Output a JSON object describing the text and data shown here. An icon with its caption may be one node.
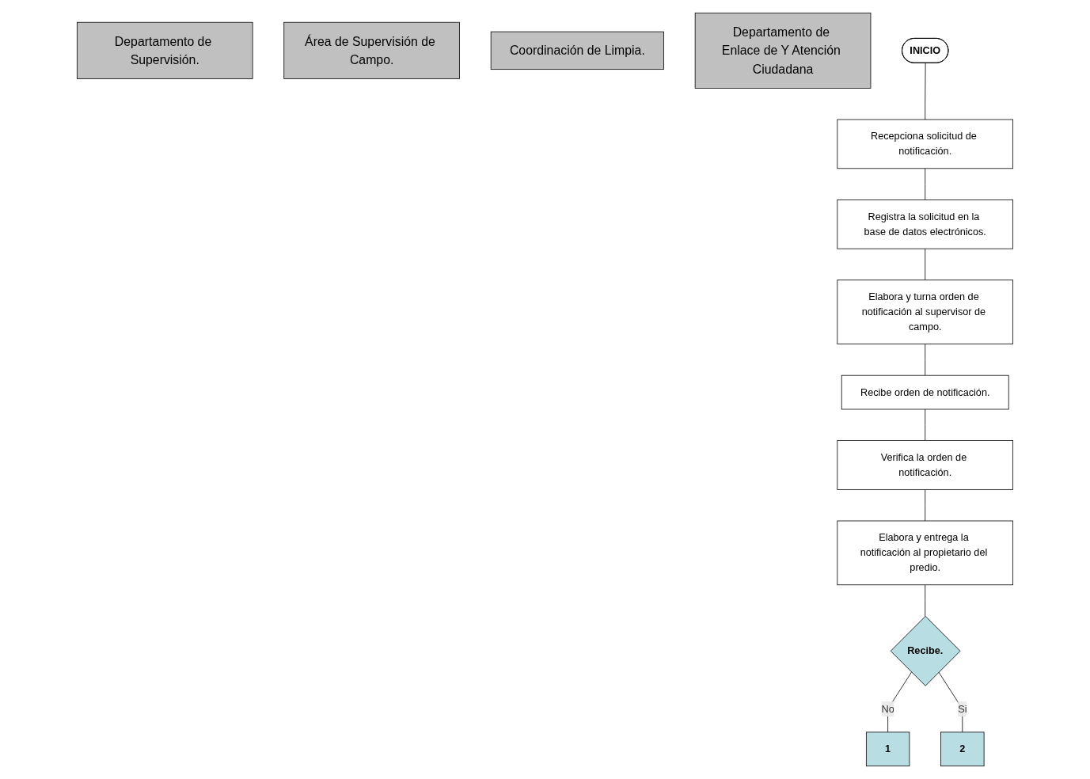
{
  "diagram": {
    "nodes": [
      {
        "text": [
          "Departamento de Supervisión."
        ]
      },
      {
        "text": [
          "Área de Supervisión de Campo."
        ]
      },
      {
        "text": [
          "Coordinación de Limpia."
        ]
      },
      {
        "text": [
          "Departamento de Enlace de Y Atención Ciudadana"
        ]
      },
      {
        "text": [
          "INICIO"
        ]
      },
      {
        "text": [
          "Recepciona solicitud de notificación."
        ]
      },
      {
        "text": [
          "Registra la solicitud en la base de datos electrónicos."
        ]
      },
      {
        "text": [
          "Elabora y turna orden de notificación al supervisor de campo."
        ]
      },
      {
        "text": [
          "Recibe orden de notificación."
        ]
      },
      {
        "text": [
          "Verifica la orden de notificación."
        ]
      },
      {
        "text": [
          "Elabora y entrega la notificación al propietario del predio."
        ]
      },
      {
        "text": [
          "Recibe."
        ]
      },
      {
        "text": [
          "1"
        ]
      },
      {
        "text": [
          "2"
        ]
      }
    ],
    "edges": [
      {
        "from": 4,
        "to": 5,
        "arrow": "none"
      },
      {
        "from": 5,
        "to": 6,
        "arrow": "none"
      },
      {
        "from": 6,
        "to": 7,
        "arrow": "none"
      },
      {
        "from": 7,
        "to": 8,
        "arrow": "none"
      },
      {
        "from": 8,
        "to": 9,
        "arrow": "none"
      },
      {
        "from": 9,
        "to": 10,
        "arrow": "none"
      },
      {
        "from": 10,
        "to": 11,
        "arrow": "none"
      },
      {
        "from": 11,
        "to": 12,
        "label": "No",
        "arrow": "none"
      },
      {
        "from": 11,
        "to": 13,
        "label": "Si",
        "arrow": "none"
      }
    ]
  }
}
